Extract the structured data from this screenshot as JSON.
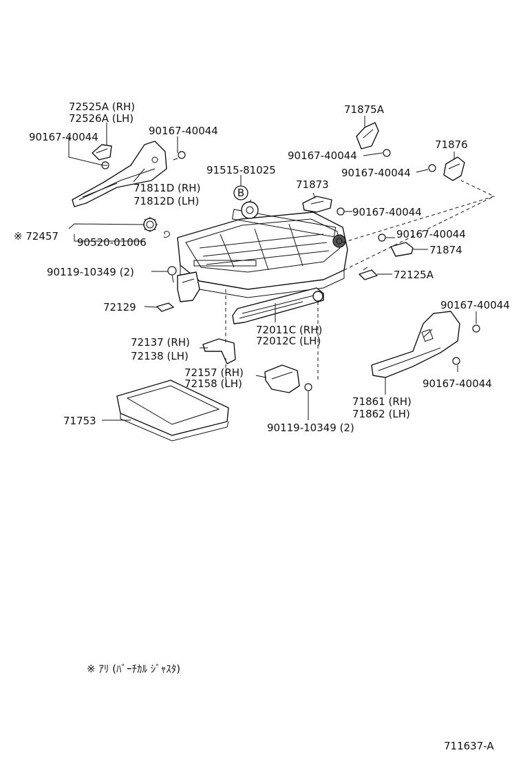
{
  "labels": {
    "l_72525a": "72525A (RH)",
    "l_72526a": "72526A (LH)",
    "l_90167_a": "90167-40044",
    "l_90167_b": "90167-40044",
    "l_71811d": "71811D (RH)",
    "l_71812d": "71812D (LH)",
    "l_91515": "91515-81025",
    "l_circle_b": "B",
    "l_72457": "※ 72457",
    "l_90520": "90520-01006",
    "l_71875a": "71875A",
    "l_90167_c": "90167-40044",
    "l_71876": "71876",
    "l_90167_d": "90167-40044",
    "l_71873": "71873",
    "l_90167_e": "90167-40044",
    "l_90167_f": "90167-40044",
    "l_71874": "71874",
    "l_90119_a": "90119-10349 (2)",
    "l_72125a": "72125A",
    "l_72129": "72129",
    "l_90167_g": "90167-40044",
    "l_72011c": "72011C (RH)",
    "l_72012c": "72012C (LH)",
    "l_72137": "72137 (RH)",
    "l_72138": "72138 (LH)",
    "l_72157": "72157 (RH)",
    "l_72158": "72158 (LH)",
    "l_90167_h": "90167-40044",
    "l_71753": "71753",
    "l_71861": "71861 (RH)",
    "l_71862": "71862 (LH)",
    "l_90119_b": "90119-10349 (2)"
  },
  "footnote": "※ ｱﾘ (ﾊﾞｰﾁｶﾙ ｼﾞｬｽﾀ)",
  "diagram_code": "711637-A"
}
